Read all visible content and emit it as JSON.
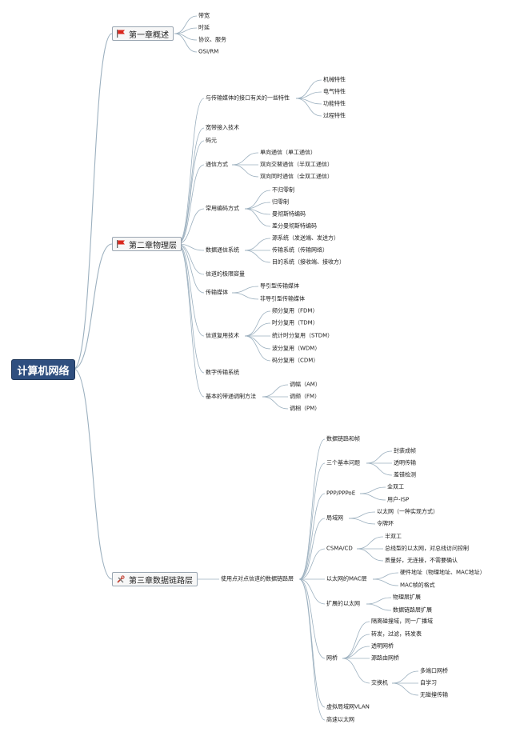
{
  "root": "计算机网络",
  "chapters": [
    {
      "title": "第一章概述",
      "icon": "red-flag-icon",
      "items": [
        "带宽",
        "时延",
        "协议、服务",
        "OSI/RM"
      ]
    },
    {
      "title": "第二章物理层",
      "icon": "red-flag-icon",
      "items": [
        {
          "label": "与传输媒体的接口有关的一些特性",
          "children": [
            "机械特性",
            "电气特性",
            "功能特性",
            "过程特性"
          ]
        },
        {
          "label": "宽带接入技术"
        },
        {
          "label": "码元"
        },
        {
          "label": "通信方式",
          "children": [
            "单向通信（单工通信）",
            "双向交替通信（半双工通信）",
            "双向同时通信（全双工通信）"
          ]
        },
        {
          "label": "常用编码方式",
          "children": [
            "不归零制",
            "归零制",
            "曼彻斯特编码",
            "差分曼彻斯特编码"
          ]
        },
        {
          "label": "数据通信系统",
          "children": [
            "源系统（发送端、发送方）",
            "传输系统（传输网络）",
            "目的系统（接收端、接收方）"
          ]
        },
        {
          "label": "信道的极限容量"
        },
        {
          "label": "传输媒体",
          "children": [
            "导引型传输媒体",
            "非导引型传输媒体"
          ]
        },
        {
          "label": "信道复用技术",
          "children": [
            "频分复用（FDM）",
            "时分复用（TDM）",
            "统计时分复用（STDM）",
            "波分复用（WDM）",
            "码分复用（CDM）"
          ]
        },
        {
          "label": "数字传输系统"
        },
        {
          "label": "基本的带通调制方法",
          "children": [
            "调幅（AM）",
            "调频（FM）",
            "调相（PM）"
          ]
        }
      ]
    },
    {
      "title": "第三章数据链路层",
      "icon": "tools-icon",
      "sub": "使用点对点信道的数据链路层",
      "items": [
        {
          "label": "数据链路和帧"
        },
        {
          "label": "三个基本问题",
          "children": [
            "封装成帧",
            "透明传输",
            "差错检测"
          ]
        },
        {
          "label": "PPP/PPPoE",
          "children": [
            "全双工",
            "用户-ISP"
          ]
        },
        {
          "label": "局域网",
          "children": [
            "以太网（一种实现方式）",
            "令牌环"
          ]
        },
        {
          "label": "CSMA/CD",
          "children": [
            "半双工",
            "总线型的以太网，对总线访问控制",
            "质量好，无连接，不需要确认"
          ]
        },
        {
          "label": "以太网的MAC层",
          "children": [
            "硬件地址（物理地址、MAC地址）",
            "MAC帧的格式"
          ]
        },
        {
          "label": "扩展的以太网",
          "children": [
            "物理层扩展",
            "数据链路层扩展"
          ]
        },
        {
          "label": "网桥",
          "children": [
            "隔离碰撞域，同一广播域",
            "转发，过滤，转发表",
            "透明网桥",
            "源路由网桥",
            "交换机"
          ],
          "switch_children": [
            "多端口网桥",
            "自学习",
            "无碰撞传输"
          ]
        },
        {
          "label": "虚拟局域网VLAN"
        },
        {
          "label": "高速以太网"
        }
      ]
    }
  ],
  "colors": {
    "line": "#9cb0bf",
    "root_fill": "#2f4f7f",
    "flag": "#d9281e"
  }
}
